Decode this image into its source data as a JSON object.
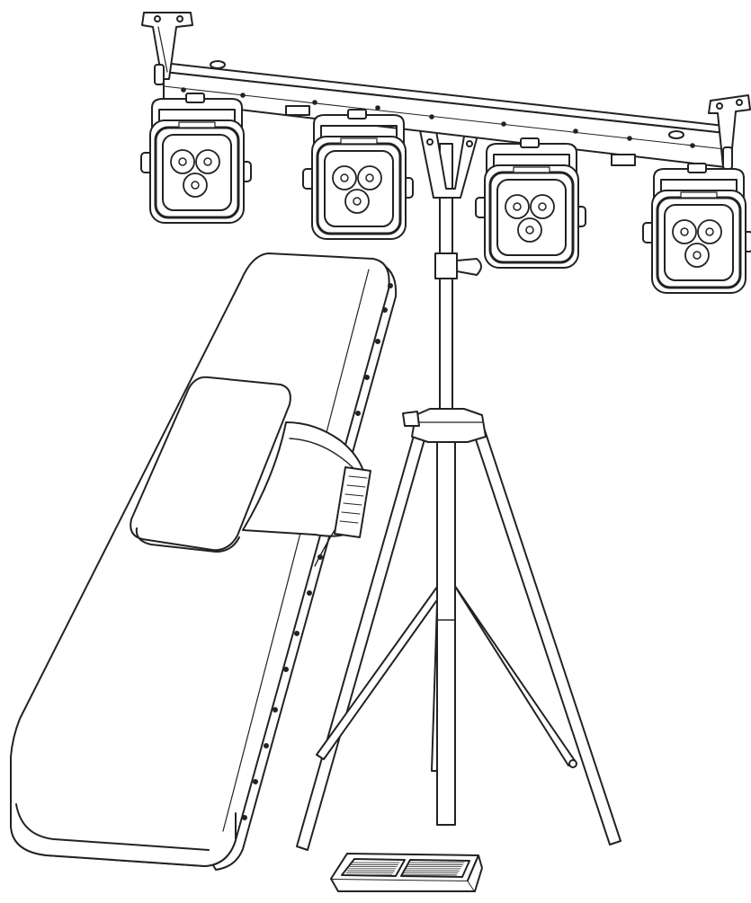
{
  "illustration": {
    "style": "black line art on white",
    "ink_color": "#222222",
    "paper_color": "#ffffff",
    "shade_color": "#e6e6e6",
    "fixture_count": 4,
    "leds_per_fixture": 3,
    "components": [
      "t-bar",
      "par-fixture",
      "tripod-stand",
      "carry-bag",
      "foot-controller"
    ]
  }
}
